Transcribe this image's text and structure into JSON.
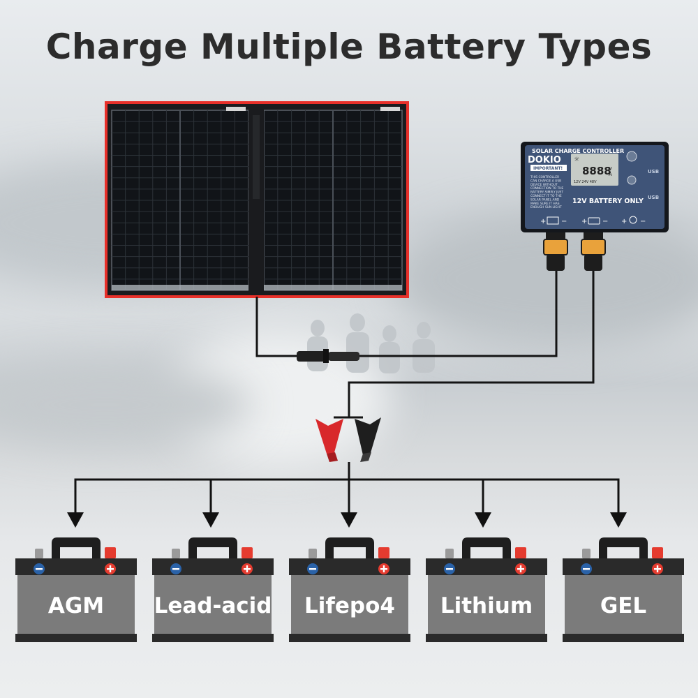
{
  "title": "Charge Multiple Battery Types",
  "controller": {
    "heading": "SOLAR CHARGE CONTROLLER",
    "brand": "DOKIO",
    "important_label": "IMPORTANT!",
    "notice": [
      "THIS CONTROLLER",
      "CAN CHARGE A USB",
      "DEVICE WITHOUT",
      "CONNECTION TO THE",
      "BATTERY,SIMPLY JUST",
      "CONNECT IT TO THE",
      "SOLAR PANEL AND",
      "MAKE SURE IT HAS",
      "ENOUGH SUN LIGHT"
    ],
    "display_digits": "8888",
    "display_units": [
      "V",
      "A"
    ],
    "voltage_options": "12V 24V 48V",
    "battery_only": "12V BATTERY ONLY",
    "usb_label": "USB",
    "terminals": [
      "+ panel −",
      "+ battery −",
      "+ load −"
    ]
  },
  "batteries": [
    {
      "label": "AGM"
    },
    {
      "label": "Lead-acid"
    },
    {
      "label": "Lifepo4"
    },
    {
      "label": "Lithium"
    },
    {
      "label": "GEL"
    }
  ],
  "colors": {
    "title": "#2c2c2c",
    "panel_frame": "#e8302a",
    "panel_cells": "#111418",
    "controller": "#14171c",
    "controller_face": "#3f5478",
    "battery_body": "#7b7b7b",
    "battery_dark": "#2a2a2a",
    "terminal_positive": "#e53b2f",
    "terminal_negative": "#2a62a8",
    "clip_red": "#d8282b",
    "clip_black": "#1e1e1e"
  },
  "icons": [
    "solar-panel-icon",
    "battery-icon",
    "bulb-icon",
    "usb-icon",
    "plus-icon",
    "minus-icon",
    "arrow-down-icon"
  ]
}
